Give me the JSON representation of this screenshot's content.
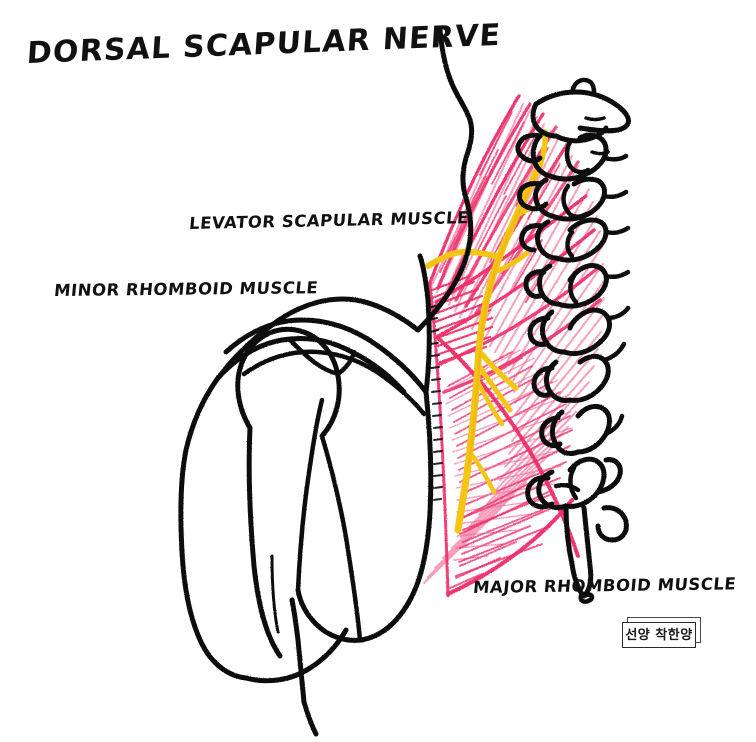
{
  "figure": {
    "title": "DORSAL SCAPULAR NERVE",
    "subject": "dorsal-scapular-nerve-anatomy",
    "background_color": "#ffffff"
  },
  "labels": [
    {
      "id": "levator",
      "text": "LEVATOR SCAPULAR MUSCLE"
    },
    {
      "id": "minor",
      "text": "MINOR RHOMBOID MUSCLE"
    },
    {
      "id": "major",
      "text": "MAJOR RHOMBOID MUSCLE"
    }
  ],
  "signature": {
    "text": "선양 착한양"
  },
  "colors": {
    "ink": "#111111",
    "muscle_pink": "#ED2D68",
    "muscle_pink_light": "#F06292",
    "nerve_yellow": "#F5C518",
    "nerve_yellow_deep": "#EFB519",
    "background": "#ffffff"
  },
  "structures": [
    {
      "name": "neck-contour",
      "color": "#111111"
    },
    {
      "name": "scapula-outline",
      "color": "#111111"
    },
    {
      "name": "humeral-head",
      "color": "#111111"
    },
    {
      "name": "acromion",
      "color": "#111111"
    },
    {
      "name": "scapular-spine",
      "color": "#111111"
    },
    {
      "name": "clavicle",
      "color": "#111111"
    },
    {
      "name": "humerus-shaft",
      "color": "#111111"
    },
    {
      "name": "cervical-vertebrae",
      "color": "#111111"
    },
    {
      "name": "thoracic-vertebrae",
      "color": "#111111"
    },
    {
      "name": "levator-scapulae-fibers",
      "color": "#ED2D68"
    },
    {
      "name": "rhomboid-minor-fibers",
      "color": "#ED2D68"
    },
    {
      "name": "rhomboid-major-fibers",
      "color": "#ED2D68"
    },
    {
      "name": "dorsal-scapular-nerve",
      "color": "#F5C518"
    }
  ]
}
